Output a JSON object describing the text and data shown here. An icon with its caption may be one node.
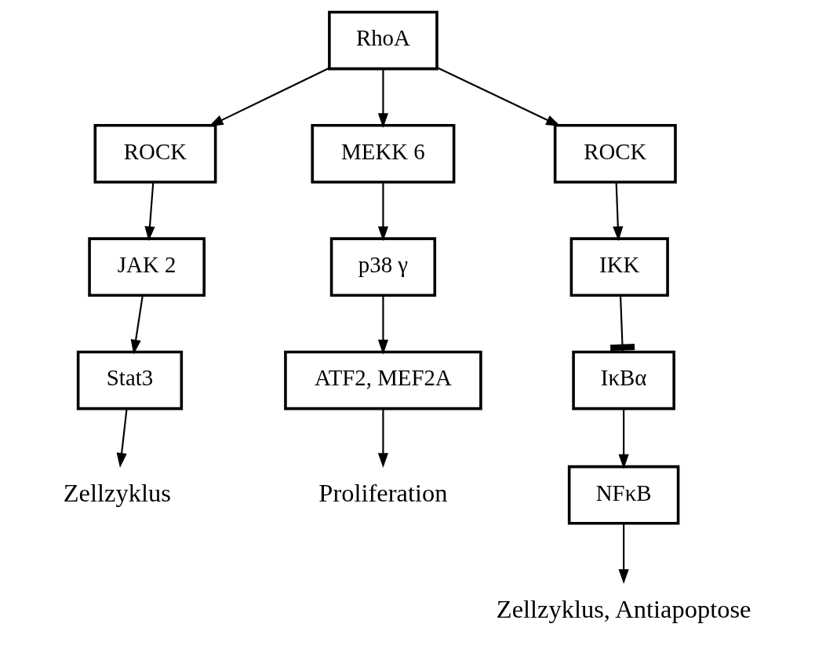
{
  "diagram": {
    "nodes": [
      {
        "text": [
          "RhoA"
        ]
      },
      {
        "text": [
          "ROCK"
        ]
      },
      {
        "text": [
          "JAK 2"
        ]
      },
      {
        "text": [
          "Stat3"
        ]
      },
      {
        "text": [
          "Zellzyklus"
        ]
      },
      {
        "text": [
          "MEKK 6"
        ]
      },
      {
        "text": [
          "p38 γ"
        ]
      },
      {
        "text": [
          "ATF2, MEF2A"
        ]
      },
      {
        "text": [
          "Proliferation"
        ]
      },
      {
        "text": [
          "ROCK"
        ]
      },
      {
        "text": [
          "IKK"
        ]
      },
      {
        "text": [
          "IκBα"
        ]
      },
      {
        "text": [
          "NFκB"
        ]
      },
      {
        "text": [
          "Zellzyklus, Antiapoptose"
        ]
      }
    ],
    "edges": [
      {
        "from": 0,
        "to": 1,
        "arrow": "to"
      },
      {
        "from": 0,
        "to": 5,
        "arrow": "to"
      },
      {
        "from": 0,
        "to": 9,
        "arrow": "to"
      },
      {
        "from": 1,
        "to": 2,
        "arrow": "to"
      },
      {
        "from": 2,
        "to": 3,
        "arrow": "to"
      },
      {
        "from": 3,
        "to": 4,
        "arrow": "to"
      },
      {
        "from": 5,
        "to": 6,
        "arrow": "to"
      },
      {
        "from": 6,
        "to": 7,
        "arrow": "to"
      },
      {
        "from": 7,
        "to": 8,
        "arrow": "to"
      },
      {
        "from": 9,
        "to": 10,
        "arrow": "to"
      },
      {
        "from": 10,
        "to": 11,
        "arrow": "other"
      },
      {
        "from": 11,
        "to": 12,
        "arrow": "to"
      },
      {
        "from": 12,
        "to": 13,
        "arrow": "to"
      }
    ]
  }
}
